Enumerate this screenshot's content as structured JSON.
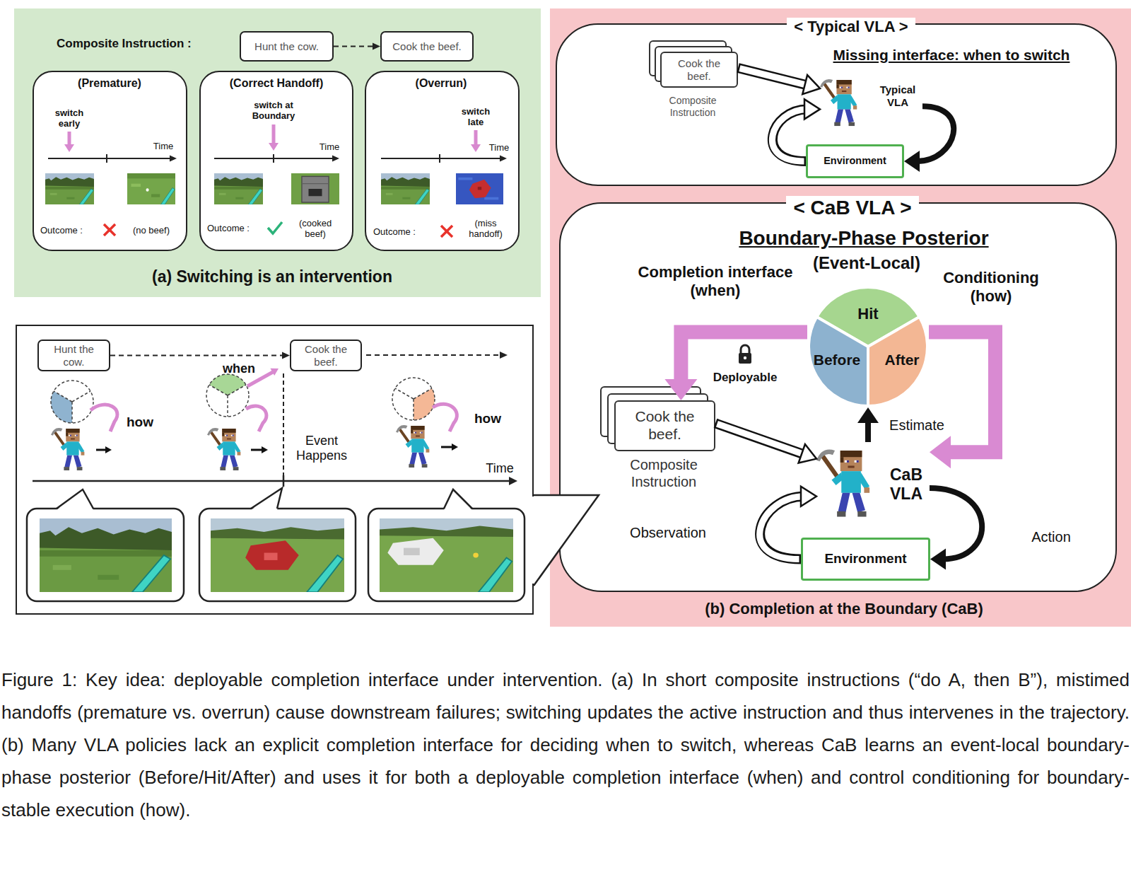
{
  "diagram": {
    "nodes": [
      {
        "text": [
          "Composite Instruction :",
          "(a) Switching is an intervention"
        ]
      },
      {
        "text": [
          "Hunt the cow."
        ],
        "in": 0
      },
      {
        "text": [
          "Cook the beef."
        ],
        "in": 0
      },
      {
        "text": [
          "(Premature)",
          "switch early",
          "Time",
          "Outcome :",
          "(no beef)"
        ],
        "in": 0
      },
      {
        "text": [
          "(Correct Handoff)",
          "switch at Boundary",
          "Time",
          "Outcome :",
          "(cooked beef)"
        ],
        "in": 0
      },
      {
        "text": [
          "(Overrun)",
          "switch late",
          "Time",
          "Outcome :",
          "(miss handoff)"
        ],
        "in": 0
      },
      {
        "text": [
          "how",
          "when",
          "how",
          "Event Happens",
          "Time"
        ]
      },
      {
        "text": [
          "Hunt the cow."
        ],
        "in": 6
      },
      {
        "text": [
          "Cook the beef."
        ],
        "in": 6
      },
      {
        "text": [
          "(b) Completion at the Boundary (CaB)"
        ]
      },
      {
        "text": [
          "< Typical VLA >",
          "Missing interface: when to switch"
        ],
        "in": 9
      },
      {
        "text": [
          "Cook the beef.",
          "Composite Instruction"
        ],
        "in": 10
      },
      {
        "text": [
          "Typical VLA"
        ],
        "in": 10
      },
      {
        "text": [
          "Environment"
        ],
        "in": 10
      },
      {
        "text": [
          "< CaB VLA >",
          "Boundary-Phase Posterior",
          "(Event-Local)",
          "Completion interface (when)",
          "Conditioning (how)",
          "Deployable",
          "Estimate",
          "Observation",
          "Action"
        ],
        "in": 9
      },
      {
        "text": [
          "Hit",
          "Before",
          "After"
        ],
        "in": 14
      },
      {
        "text": [
          "Cook the beef.",
          "Composite Instruction"
        ],
        "in": 14
      },
      {
        "text": [
          "CaB VLA"
        ],
        "in": 14
      },
      {
        "text": [
          "Environment"
        ],
        "in": 14
      }
    ],
    "edges": [
      {
        "from": 1,
        "to": 2,
        "arrow": "to"
      },
      {
        "from": 7,
        "to": 8,
        "arrow": "to"
      },
      {
        "from": 11,
        "to": 12,
        "arrow": "to"
      },
      {
        "from": 12,
        "to": 13,
        "arrow": "to"
      },
      {
        "from": 13,
        "to": 12,
        "arrow": "to"
      },
      {
        "from": 15,
        "to": 16,
        "arrow": "to"
      },
      {
        "from": 15,
        "to": 17,
        "arrow": "to"
      },
      {
        "from": 17,
        "to": 15,
        "arrow": "to"
      },
      {
        "from": 16,
        "to": 17,
        "arrow": "to"
      },
      {
        "from": 17,
        "to": 18,
        "arrow": "to"
      },
      {
        "from": 18,
        "to": 17,
        "arrow": "to"
      }
    ],
    "caption": "Figure 1: Key idea: deployable completion interface under intervention. (a) In short composite instructions (“do A, then B”), mistimed handoffs (premature vs. overrun) cause downstream failures; switching updates the active instruction and thus intervenes in the trajectory. (b) Many VLA policies lack an explicit completion interface for deciding when to switch, whereas CaB learns an event-local boundary-phase posterior (Before/Hit/After) and uses it for both a deployable completion interface (when) and control conditioning for boundary-stable execution (how)."
  }
}
